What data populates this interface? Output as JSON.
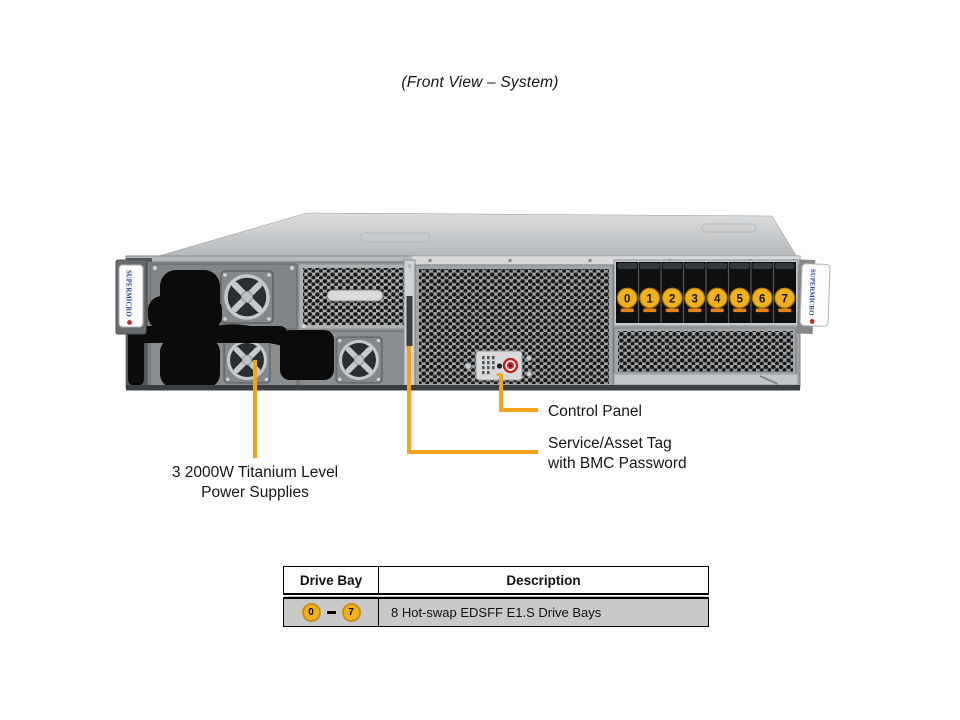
{
  "title": "(Front View – System)",
  "server": {
    "brand": "SUPERMICRO",
    "drive_numbers": [
      "0",
      "1",
      "2",
      "3",
      "4",
      "5",
      "6",
      "7"
    ]
  },
  "callouts": {
    "control_panel": "Control Panel",
    "service_tag_line1": "Service/Asset Tag",
    "service_tag_line2": "with BMC Password",
    "psu_line1": "3 2000W Titanium Level",
    "psu_line2": "Power Supplies"
  },
  "table": {
    "headers": [
      "Drive Bay",
      "Description"
    ],
    "row": {
      "bay_start": "0",
      "bay_end": "7",
      "description": "8 Hot-swap  EDSFF E1.S Drive  Bays"
    }
  },
  "colors": {
    "callout": "#F2A41B",
    "bay_badge": "#F0B11D",
    "bay_dash": "#E8821A",
    "table_row_bg": "#C9C9C9",
    "brand_blue": "#26418F",
    "button_red": "#D42525"
  }
}
